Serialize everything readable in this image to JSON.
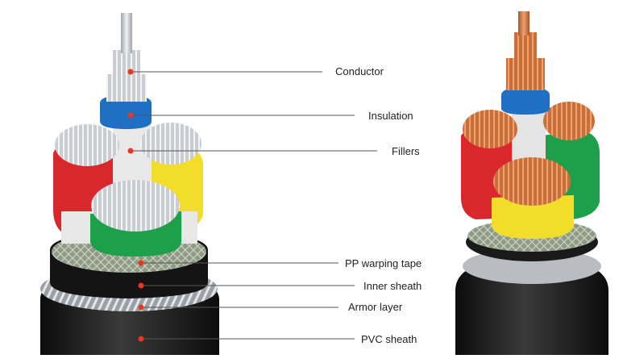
{
  "labels": {
    "conductor": "Conductor",
    "insulation": "Insulation",
    "fillers": "Fillers",
    "pp_tape": "PP warping tape",
    "inner_sheath": "Inner sheath",
    "armor": "Armor layer",
    "pvc_sheath": "PVC sheath"
  },
  "colors": {
    "core_red": "#d8282c",
    "core_yellow": "#f2de2a",
    "core_green": "#1ea04a",
    "core_blue": "#1f6fc4",
    "sheath_black": "#1a1a1a",
    "aluminium": "#c9cdd2",
    "copper": "#c9703a",
    "marker_dot": "#e8361f",
    "leader_line": "#555555"
  }
}
